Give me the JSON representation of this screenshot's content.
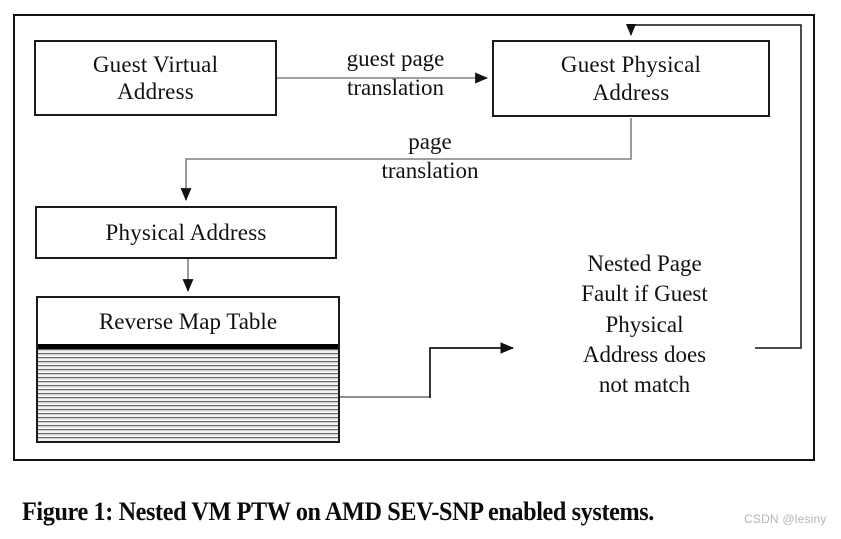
{
  "figure": {
    "caption": "Figure 1: Nested VM PTW on AMD SEV-SNP enabled systems.",
    "watermark": "CSDN @lesiny"
  },
  "nodes": {
    "guest_virtual_address": {
      "id": "box-gva",
      "label": "Guest Virtual Address",
      "line1": "Guest Virtual",
      "line2": "Address"
    },
    "guest_physical_address": {
      "id": "box-gpa",
      "label": "Guest Physical Address",
      "line1": "Guest Physical",
      "line2": "Address"
    },
    "physical_address": {
      "id": "box-pa",
      "label": "Physical Address"
    },
    "reverse_map_table": {
      "id": "rmt",
      "label": "Reverse Map Table"
    }
  },
  "annotations": {
    "nested_page_fault": {
      "line1": "Nested Page",
      "line2": "Fault if Guest",
      "line3": "Physical",
      "line4": "Address does",
      "line5": "not match",
      "full_text": "Nested Page Fault if Guest Physical Address does not match"
    }
  },
  "edges": {
    "gva_to_gpa": {
      "label_line1": "guest page",
      "label_line2": "translation",
      "full_label": "guest page translation",
      "from": "Guest Virtual Address",
      "to": "Guest Physical Address"
    },
    "gpa_to_pa": {
      "label_line1": "page",
      "label_line2": "translation",
      "full_label": "page translation",
      "from": "Guest Physical Address",
      "to": "Physical Address"
    },
    "pa_to_rmt": {
      "full_label": "",
      "from": "Physical Address",
      "to": "Reverse Map Table"
    },
    "rmt_to_fault": {
      "full_label": "",
      "from": "Reverse Map Table",
      "to": "Nested Page Fault if Guest Physical Address does not match"
    },
    "fault_to_gpa": {
      "full_label": "",
      "from": "Nested Page Fault if Guest Physical Address does not match",
      "to": "Guest Physical Address"
    }
  },
  "colors": {
    "stroke": "#1a1a1a",
    "connector_dark": "#111111",
    "connector_gray": "#808080",
    "background": "#ffffff",
    "stripe_dark": "#6e6e6e",
    "stripe_light": "#f2f2f2"
  }
}
